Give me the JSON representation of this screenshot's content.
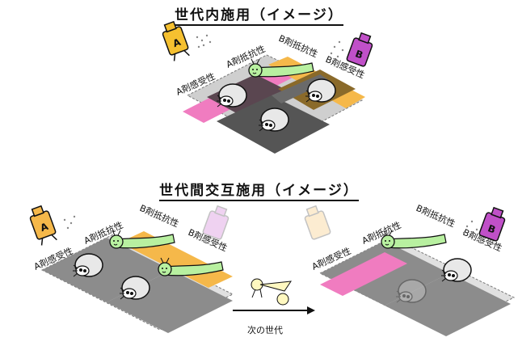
{
  "top": {
    "title": "世代内施用（イメージ）",
    "labels": {
      "a_sensitive": "A剤感受性",
      "a_resistant": "A剤抵抗性",
      "b_resistant": "B剤抵抗性",
      "b_sensitive": "B剤感受性"
    },
    "spray_a_letter": "A",
    "spray_b_letter": "B"
  },
  "bottom": {
    "title": "世代間交互施用（イメージ）",
    "left": {
      "a_sensitive": "A剤感受性",
      "a_resistant": "A剤抵抗性",
      "b_resistant": "B剤抵抗性",
      "b_sensitive": "B剤感受性"
    },
    "right": {
      "a_sensitive": "A剤感受性",
      "a_resistant": "A剤抵抗性",
      "b_resistant": "B剤抵抗性",
      "b_sensitive": "B剤感受性"
    },
    "arrow_label": "次の世代",
    "spray_a_letter": "A",
    "spray_b_letter": "B"
  },
  "colors": {
    "pink": "#f07cc0",
    "orange": "#f5b84a",
    "dark_gray": "#555555",
    "mid_gray": "#8c8c8c",
    "light_gray": "#c8c8c8",
    "worm_green": "#b8f0a0",
    "spray_a": "#f5c030",
    "spray_b": "#c050c8"
  }
}
